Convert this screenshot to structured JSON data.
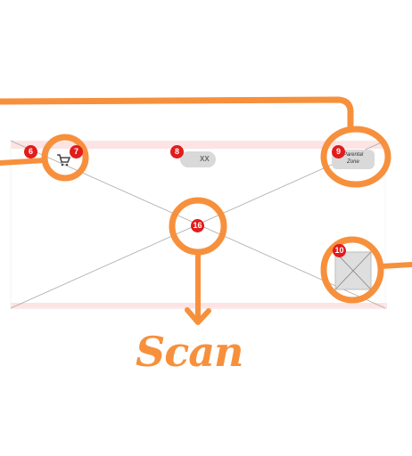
{
  "badges": {
    "b6": "6",
    "b7": "7",
    "b8": "8",
    "b9": "9",
    "b10": "10",
    "b16": "16"
  },
  "counter_pill": {
    "label": "XX"
  },
  "zone_button": {
    "line1": "Parental",
    "line2": "Zone"
  },
  "annotation": {
    "text": "Scan",
    "color": "#f7903c"
  },
  "icons": {
    "cart": "cart-icon",
    "calendar": "calendar-icon",
    "placeholder": "image-placeholder-icon"
  },
  "colors": {
    "badge": "#e21b1b",
    "annotation": "#f7903c",
    "frame_band": "#fde3e3"
  }
}
